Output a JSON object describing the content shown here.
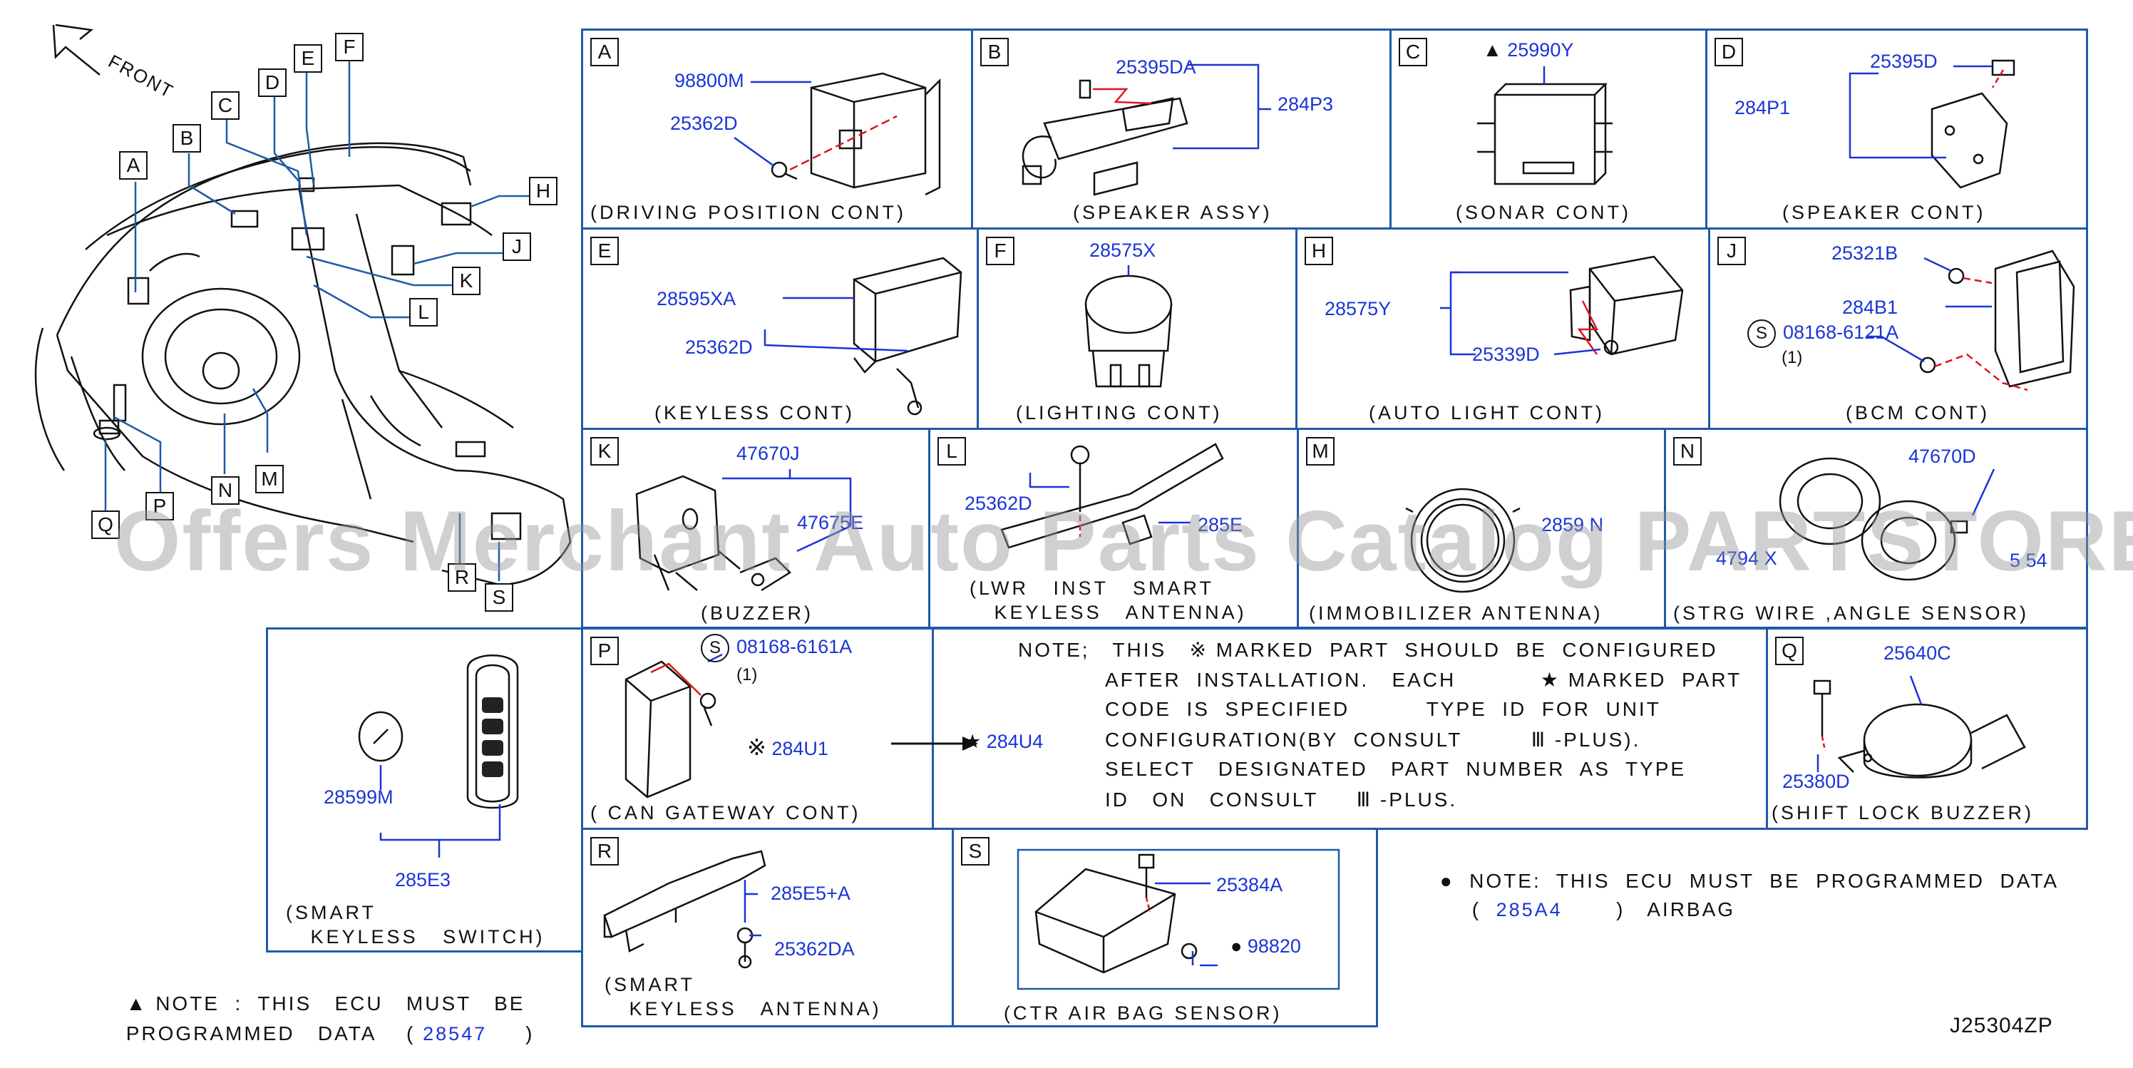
{
  "overview": {
    "front_label": "FRONT",
    "tags": [
      "A",
      "B",
      "C",
      "D",
      "E",
      "F",
      "H",
      "J",
      "K",
      "L",
      "M",
      "N",
      "P",
      "Q",
      "R",
      "S"
    ]
  },
  "panels": {
    "A": {
      "tag": "A",
      "parts": [
        "98800M",
        "25362D"
      ],
      "caption": "(DRIVING   POSITION   CONT)"
    },
    "B": {
      "tag": "B",
      "parts": [
        "25395DA",
        "284P3"
      ],
      "caption": "(SPEAKER   ASSY)"
    },
    "C": {
      "tag": "C",
      "mark": "▲",
      "parts": [
        "25990Y"
      ],
      "caption": "(SONAR   CONT)"
    },
    "D": {
      "tag": "D",
      "parts": [
        "25395D",
        "284P1"
      ],
      "caption": "(SPEAKER   CONT)"
    },
    "E": {
      "tag": "E",
      "parts": [
        "28595XA",
        "25362D"
      ],
      "caption": "(KEYLESS   CONT)"
    },
    "F": {
      "tag": "F",
      "parts": [
        "28575X"
      ],
      "caption": "(LIGHTING   CONT)"
    },
    "H": {
      "tag": "H",
      "parts": [
        "28575Y",
        "25339D"
      ],
      "caption": "(AUTO   LIGHT   CONT)"
    },
    "J": {
      "tag": "J",
      "parts": [
        "25321B",
        "284B1",
        "08168-6121A"
      ],
      "qty": "(1)",
      "circle": "S",
      "caption": "(BCM   CONT)"
    },
    "K": {
      "tag": "K",
      "parts": [
        "47670J",
        "47675E"
      ],
      "caption": "(BUZZER)"
    },
    "L": {
      "tag": "L",
      "parts": [
        "25362D",
        "285E"
      ],
      "caption": "(LWR   INST   SMART\n   KEYLESS   ANTENNA)"
    },
    "M": {
      "tag": "M",
      "parts": [
        "2859 N"
      ],
      "caption": "(IMMOBILIZER   ANTENNA)"
    },
    "N": {
      "tag": "N",
      "parts": [
        "47670D",
        "4794 X",
        "5 54"
      ],
      "caption": "(STRG   WIRE   ,ANGLE   SENSOR)"
    },
    "switch": {
      "parts": [
        "28599M",
        "285E3"
      ],
      "caption": "(SMART\n   KEYLESS   SWITCH)"
    },
    "P": {
      "tag": "P",
      "parts": [
        "08168-6161A",
        "284U1"
      ],
      "qty": "(1)",
      "circle": "S",
      "mark": "※",
      "caption": "(   CAN   GATEWAY   CONT)"
    },
    "note": {
      "arrow_part": "284U4",
      "star": "★",
      "lines": [
        "NOTE;   THIS   ※ MARKED  PART  SHOULD  BE  CONFIGURED",
        "AFTER  INSTALLATION.   EACH           ★ MARKED  PART",
        "CODE  IS  SPECIFIED          TYPE  ID  FOR  UNIT",
        "CONFIGURATION(BY  CONSULT         Ⅲ -PLUS).",
        "SELECT   DESIGNATED   PART  NUMBER  AS  TYPE",
        "ID   ON   CONSULT     Ⅲ -PLUS."
      ]
    },
    "Q": {
      "tag": "Q",
      "parts": [
        "25640C",
        "25380D"
      ],
      "caption": "(SHIFT   LOCK   BUZZER)"
    },
    "R": {
      "tag": "R",
      "parts": [
        "285E5+A",
        "25362DA"
      ],
      "caption": "(SMART\n   KEYLESS   ANTENNA)"
    },
    "S": {
      "tag": "S",
      "parts": [
        "25384A",
        "98820"
      ],
      "dot": "●",
      "caption": "(CTR   AIR   BAG   SENSOR)"
    }
  },
  "airbag_note": {
    "bullet": "●",
    "line1": "NOTE:  THIS  ECU  MUST  BE  PROGRAMMED  DATA",
    "open": "(",
    "part": "285A4",
    "close": ")   AIRBAG"
  },
  "sonar_note": {
    "mark": "▲",
    "line1": "NOTE  :  THIS   ECU   MUST   BE",
    "line2": "PROGRAMMED   DATA",
    "open": "(",
    "part": "28547",
    "close": ")"
  },
  "diagram_id": "J25304ZP",
  "watermark": "Offers Merchant Auto Parts Catalog PARTSTORE.SA",
  "colors": {
    "frame": "#1f5aa8",
    "part_number": "#1a35d6",
    "leader": "#1a35d6",
    "dash": "#e0141e"
  }
}
